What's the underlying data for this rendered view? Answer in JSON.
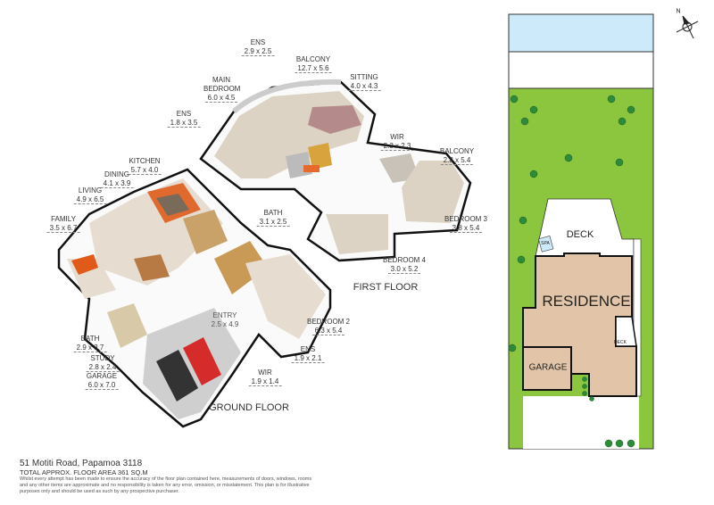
{
  "rooms": {
    "ens_upper": {
      "name": "ENS",
      "dims": "2.9 x 2.5"
    },
    "balcony_main": {
      "name": "BALCONY",
      "dims": "12.7 x 5.6"
    },
    "main_bedroom": {
      "name": "MAIN BEDROOM",
      "dims": "6.0 x 4.5"
    },
    "sitting": {
      "name": "SITTING",
      "dims": "4.0 x 4.3"
    },
    "ens_first": {
      "name": "ENS",
      "dims": "1.8 x 3.5"
    },
    "wir_first": {
      "name": "WIR",
      "dims": "2.3 x 2.3"
    },
    "balcony_small": {
      "name": "BALCONY",
      "dims": "2.8 x 5.4"
    },
    "kitchen": {
      "name": "KITCHEN",
      "dims": "5.7 x 4.0"
    },
    "dining": {
      "name": "DINING",
      "dims": "4.1 x 3.9"
    },
    "living": {
      "name": "LIVING",
      "dims": "4.9 x 6.5"
    },
    "bath_first": {
      "name": "BATH",
      "dims": "3.1 x 2.5"
    },
    "family": {
      "name": "FAMILY",
      "dims": "3.5 x 6.7"
    },
    "bedroom3": {
      "name": "BEDROOM 3",
      "dims": "3.8 x 5.4"
    },
    "bedroom4": {
      "name": "BEDROOM 4",
      "dims": "3.0 x 5.2"
    },
    "entry": {
      "name": "ENTRY",
      "dims": "2.5 x 4.9"
    },
    "bedroom2": {
      "name": "BEDROOM 2",
      "dims": "6.3 x 5.4"
    },
    "bath_ground": {
      "name": "BATH",
      "dims": "2.9 x 3.7"
    },
    "study": {
      "name": "STUDY",
      "dims": "2.8 x 2.4"
    },
    "ens_ground": {
      "name": "ENS",
      "dims": "1.9 x 2.1"
    },
    "garage": {
      "name": "GARAGE",
      "dims": "6.0 x 7.0"
    },
    "wir_ground": {
      "name": "WIR",
      "dims": "1.9 x 1.4"
    }
  },
  "floors": {
    "first": "FIRST FLOOR",
    "ground": "GROUND FLOOR"
  },
  "site_plan": {
    "deck": "DECK",
    "spa": "SPA",
    "residence": "RESIDENCE",
    "deck_small": "DECK",
    "garage": "GARAGE",
    "north": "N",
    "colors": {
      "lawn": "#8cc63f",
      "water": "#cdeafa",
      "building": "#e2c5a8",
      "tree": "#2e8b3a"
    }
  },
  "footer": {
    "address": "51 Motiti Road, Papamoa 3118",
    "floor_area": "TOTAL APPROX. FLOOR AREA 361 SQ.M",
    "disclaimer": "Whilst every attempt has been made to ensure the accuracy of the floor plan contained here, measurements of doors, windows, rooms and any other items are approximate and no responsibility is taken for any error, omission, or misstatement. This plan is for illustrative purposes only and should be used as such by any prospective purchaser."
  }
}
